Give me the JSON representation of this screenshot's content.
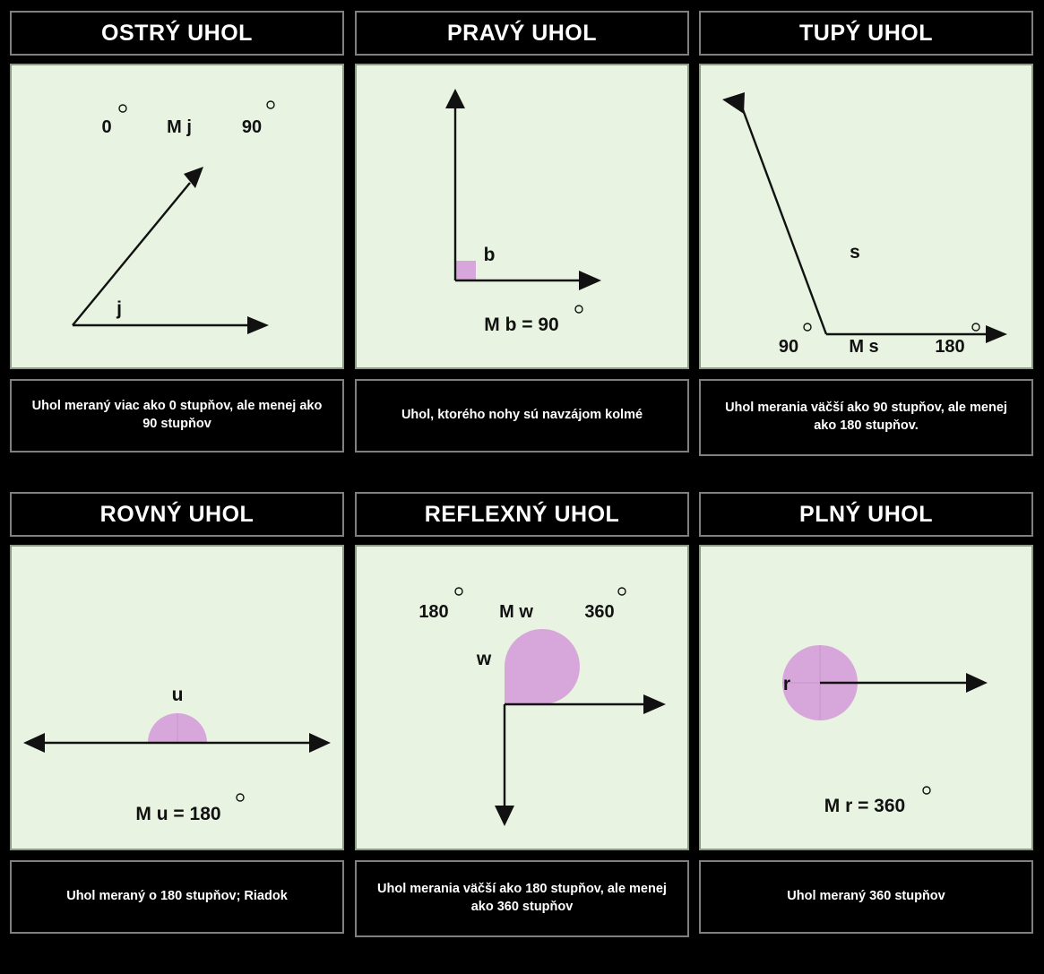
{
  "poster": {
    "background_color": "#000000",
    "panel_bg_color": "#e8f4e1",
    "accent_color": "#d7a6da",
    "border_color": "#808080",
    "text_color": "#ffffff"
  },
  "cards": [
    {
      "title": "OSTRÝ UHOL",
      "description": "Uhol meraný viac ako 0 stupňov, ale menej ako 90 stupňov",
      "figure": {
        "kind": "acute",
        "range_low": "0",
        "range_measure": "M j",
        "range_high": "90",
        "degree_symbol": "°",
        "vertex_label": "j"
      }
    },
    {
      "title": "PRAVÝ UHOL",
      "description": "Uhol, ktorého nohy sú navzájom kolmé",
      "figure": {
        "kind": "right",
        "vertex_label": "b",
        "measure": "M b = 90",
        "degree_symbol": "°"
      }
    },
    {
      "title": "TUPÝ UHOL",
      "description": "Uhol merania väčší ako 90 stupňov, ale menej ako 180 stupňov.",
      "figure": {
        "kind": "obtuse",
        "range_low": "90",
        "range_measure": "M s",
        "range_high": "180",
        "degree_symbol": "°",
        "vertex_label": "s"
      }
    },
    {
      "title": "ROVNÝ UHOL",
      "description": "Uhol meraný o 180 stupňov; Riadok",
      "figure": {
        "kind": "straight",
        "vertex_label": "u",
        "measure": "M u = 180",
        "degree_symbol": "°"
      }
    },
    {
      "title": "REFLEXNÝ UHOL",
      "description": "Uhol merania väčší ako 180 stupňov, ale menej ako 360 stupňov",
      "figure": {
        "kind": "reflex",
        "range_low": "180",
        "range_measure": "M w",
        "range_high": "360",
        "degree_symbol": "°",
        "vertex_label": "w"
      }
    },
    {
      "title": "PLNÝ UHOL",
      "description": "Uhol meraný 360 stupňov",
      "figure": {
        "kind": "full",
        "vertex_label": "r",
        "measure": "M r = 360",
        "degree_symbol": "°"
      }
    }
  ]
}
